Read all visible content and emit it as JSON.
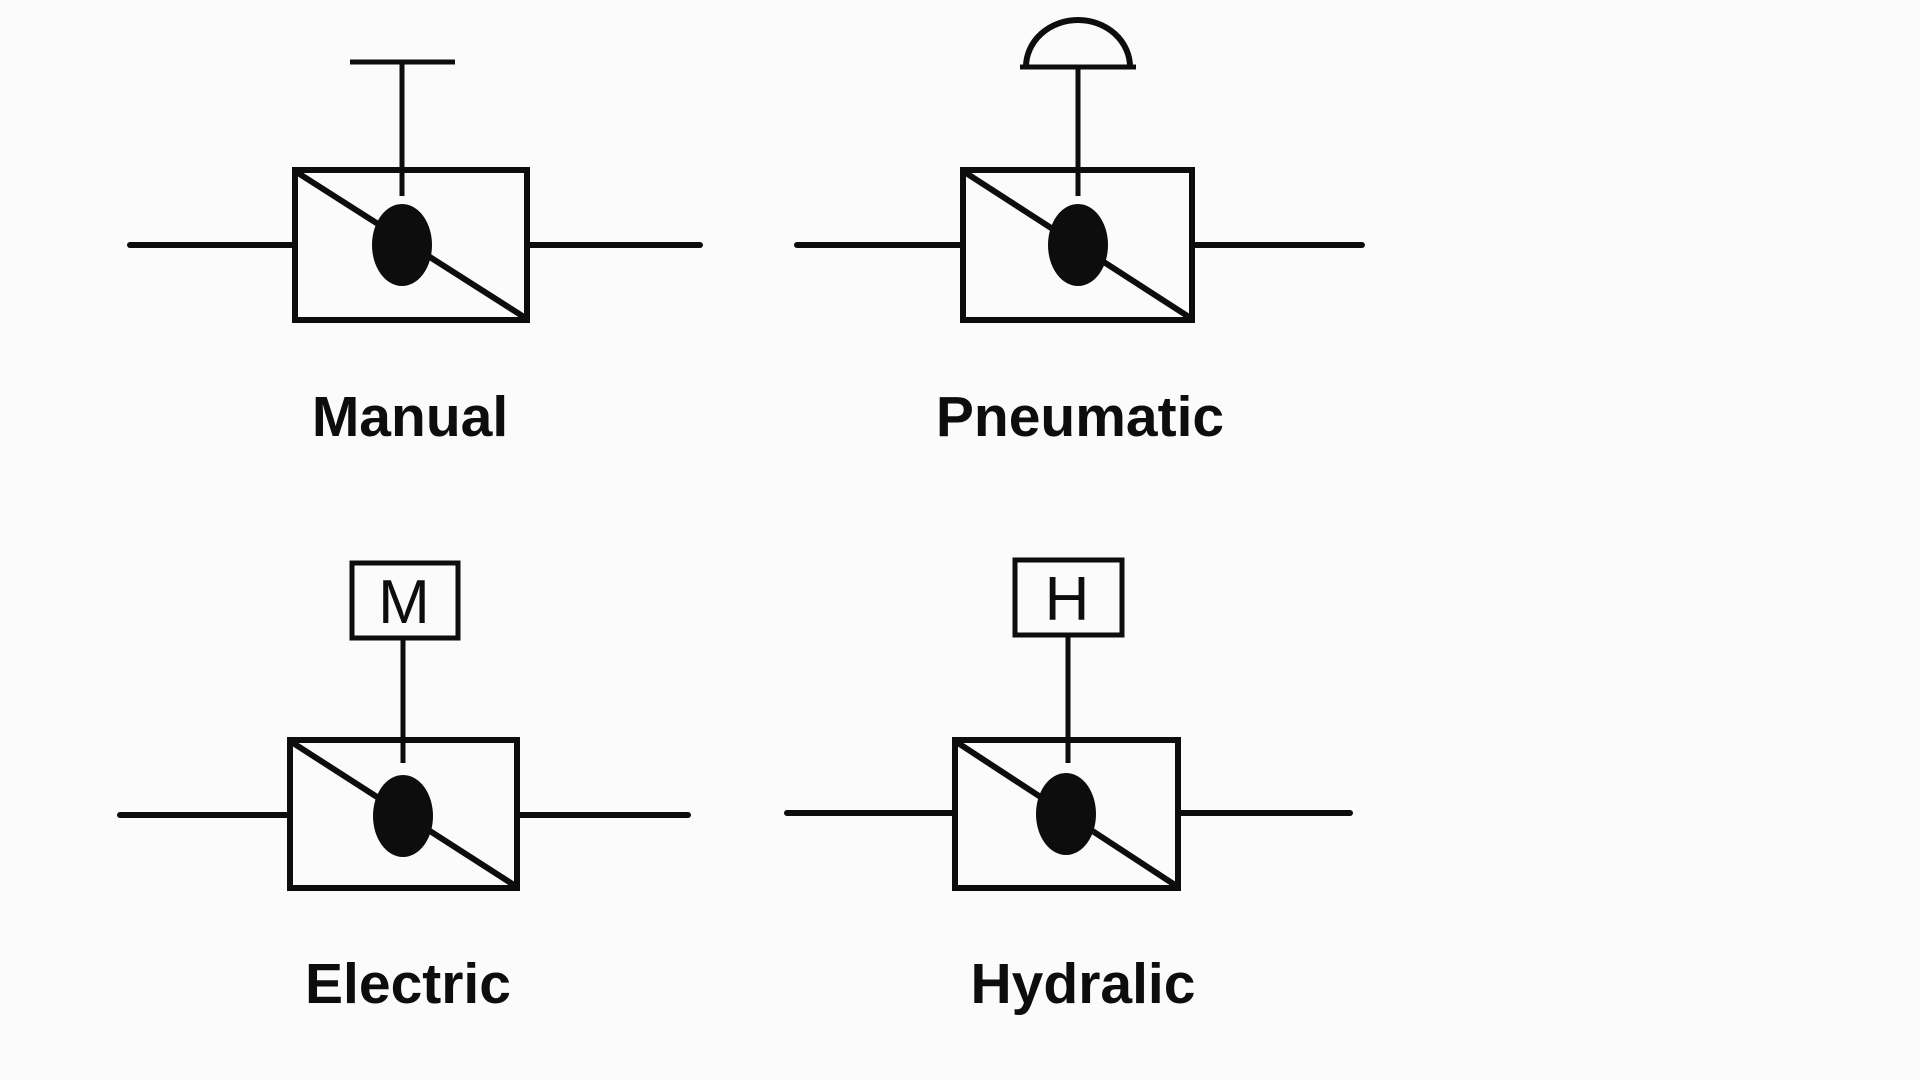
{
  "colors": {
    "background": "#fbfbfb",
    "ink": "#0d0d0d"
  },
  "diagram": {
    "description_icons": [
      "t-bar-handle-icon",
      "diaphragm-dome-icon",
      "motor-box-icon",
      "hydraulic-box-icon"
    ],
    "symbols": [
      {
        "label": "Manual"
      },
      {
        "label": "Pneumatic"
      },
      {
        "label": "Electric",
        "actuator_letter": "M"
      },
      {
        "label": "Hydralic",
        "actuator_letter": "H"
      }
    ]
  }
}
